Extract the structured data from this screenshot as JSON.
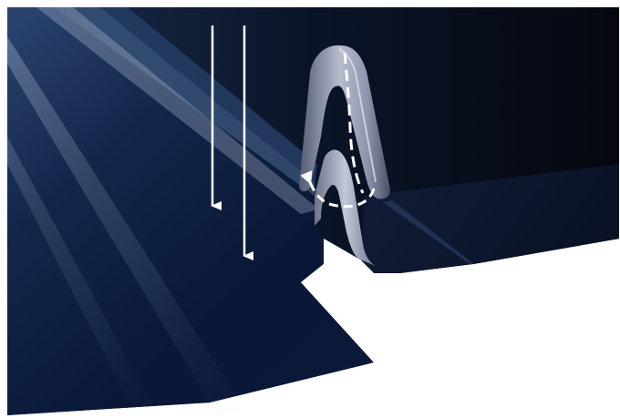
{
  "figure": {
    "subject": "standing-seam-metal-roof-panel-lock",
    "colors": {
      "panel_dark": "#0b1530",
      "panel_mid": "#1e3558",
      "panel_sheen": "#9ab0cc",
      "seam_light": "#b9bfd0",
      "seam_shadow": "#4a5068",
      "arrow": "#ffffff",
      "background": "#ffffff"
    },
    "annotations": {
      "arrows": [
        "down-arrow",
        "down-arrow"
      ],
      "dashed_guide": "seam-fold-guide",
      "curved_arrow": "seam-crimp-rotation"
    }
  }
}
